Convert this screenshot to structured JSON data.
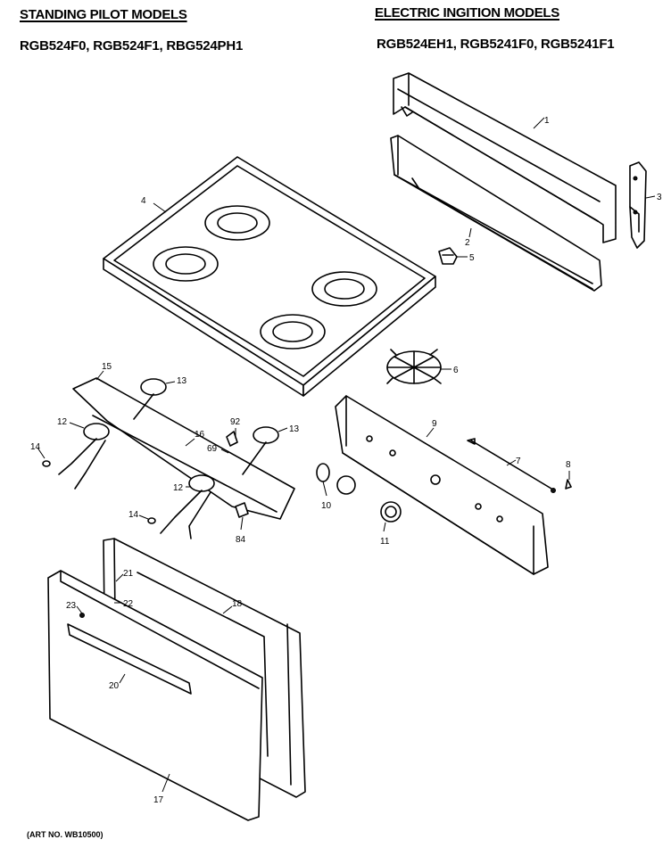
{
  "header": {
    "left_title": "STANDING PILOT MODELS",
    "left_models": "RGB524F0, RGB524F1, RBG524PH1",
    "right_title": "ELECTRIC INGITION MODELS",
    "right_models": "RGB524EH1, RGB5241F0, RGB5241F1"
  },
  "footer": {
    "art_number": "(ART NO. WB10500)"
  },
  "callouts": {
    "c1": "1",
    "c2": "2",
    "c3": "3",
    "c4": "4",
    "c5": "5",
    "c6": "6",
    "c7": "7",
    "c8": "8",
    "c9": "9",
    "c10": "10",
    "c11": "11",
    "c12a": "12",
    "c12b": "12",
    "c13a": "13",
    "c13b": "13",
    "c14a": "14",
    "c14b": "14",
    "c15": "15",
    "c16": "16",
    "c17": "17",
    "c18": "18",
    "c20": "20",
    "c21": "21",
    "c22": "22",
    "c23": "23",
    "c69": "69",
    "c84": "84",
    "c92": "92"
  }
}
